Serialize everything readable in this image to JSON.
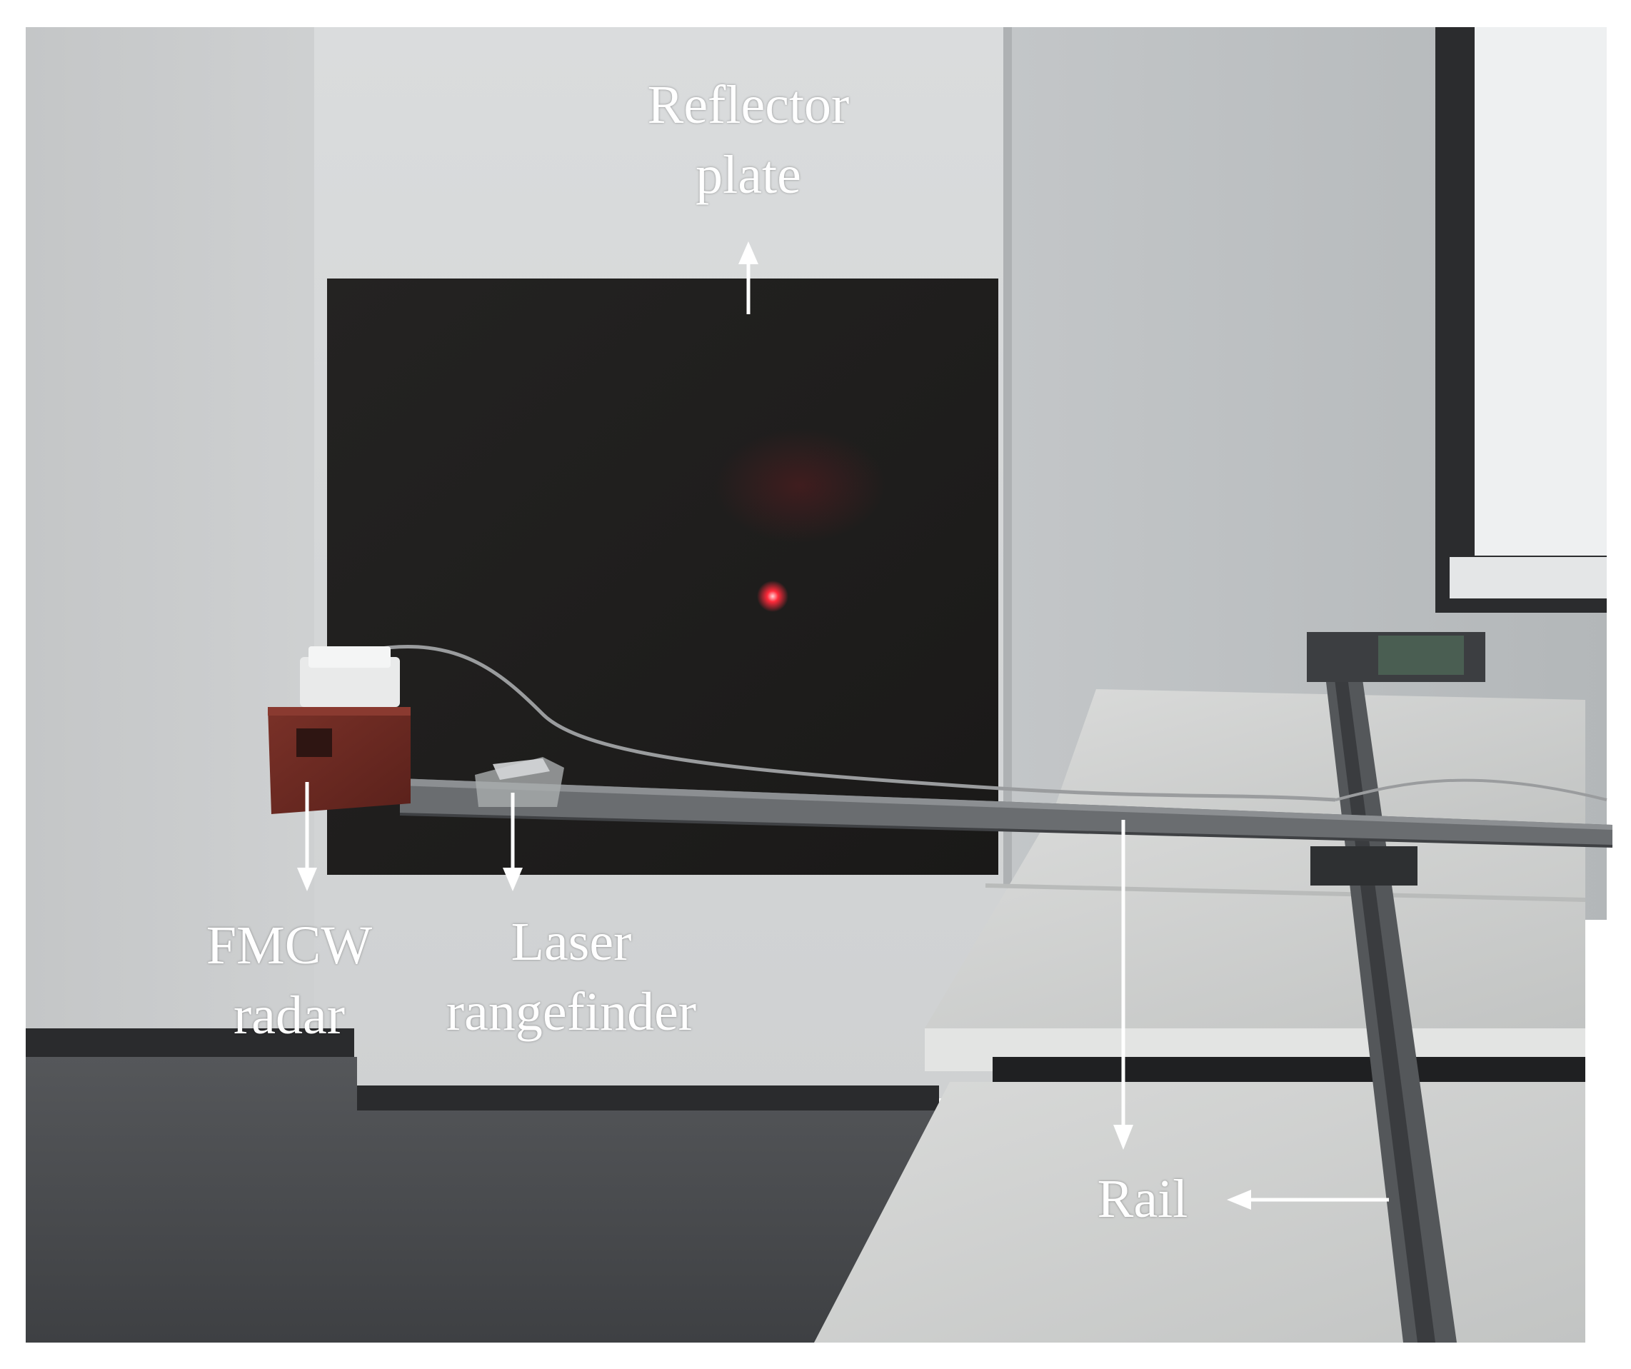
{
  "labels": {
    "reflector": {
      "line1": "Reflector",
      "line2": "plate"
    },
    "fmcw": {
      "line1": "FMCW",
      "line2": "radar"
    },
    "laser": {
      "line1": "Laser",
      "line2": "rangefinder"
    },
    "rail": "Rail"
  },
  "colors": {
    "background": "#ffffff",
    "left_wall": "#c8cacb",
    "back_wall": "#d6d8d9",
    "right_wall": "#bcbfc1",
    "floor": "#494b4e",
    "reflector_plate": "#1f1e1d",
    "table_top": "#d2d3d2",
    "rail": "#54575a",
    "radar_box": "#6b2a22",
    "laser_dot": "#ff2a3a",
    "annotation": "#ffffff"
  }
}
